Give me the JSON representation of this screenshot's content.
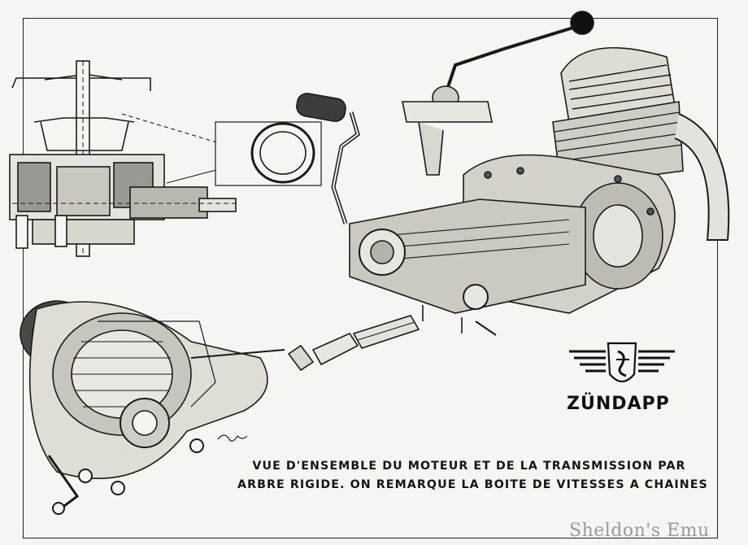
{
  "brand": {
    "name": "ZÜNDAPP"
  },
  "caption": {
    "line1": "VUE D'ENSEMBLE DU MOTEUR ET DE LA TRANSMISSION PAR",
    "line2": "ARBRE RIGIDE. ON REMARQUE LA BOITE DE VITESSES A CHAINES"
  },
  "watermark": {
    "text": "Sheldon's Emu"
  },
  "illustration": {
    "components": [
      "sectional-gearbox-drawing",
      "engine-assembly",
      "gear-shift-lever",
      "kick-start-pedal",
      "drive-shaft",
      "rear-wheel-hub"
    ]
  }
}
